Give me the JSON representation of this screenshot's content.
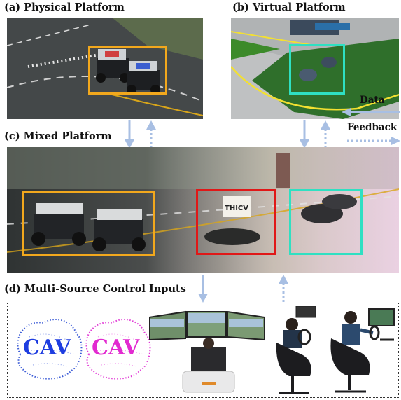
{
  "titles": {
    "a": "(a) Physical Platform",
    "b": "(b) Virtual Platform",
    "c": "(c) Mixed Platform",
    "d": "(d) Multi-Source Control Inputs"
  },
  "legend": {
    "data": "Data",
    "feedback": "Feedback"
  },
  "sign_text": "THICV",
  "cav_labels": [
    "CAV",
    "CAV"
  ],
  "colors": {
    "physical_box": "#f2a81d",
    "virtual_box": "#2fe0c2",
    "mixed_red_box": "#e01818",
    "arrow": "#a8bfe3"
  }
}
